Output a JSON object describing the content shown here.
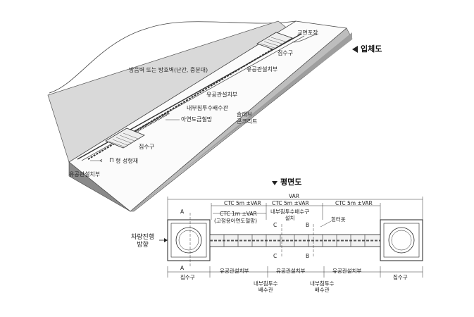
{
  "iso": {
    "title": "입체도",
    "labels": {
      "bridge_paving": "교면포장",
      "catch_basin_top": "집수구",
      "barrier": "방음벽 또는 방호벽(난간, 중분대)",
      "perforated_pipe_top": "유공관설치부",
      "perforated_pipe_mid": "유공관설치부",
      "internal_drain_pipe": "내부침투수배수관",
      "slab_concrete": "슬래브\n콘크리트",
      "galvanized_mesh": "아연도금철망",
      "catch_basin_bottom": "집수구",
      "shape_member": "형 성형재",
      "perforated_pipe_bottom": "유공관설치부"
    }
  },
  "plan": {
    "title": "평면도",
    "dims": {
      "var_total": "VAR",
      "ctc_left": "CTC 5m ±VAR",
      "ctc_mid": "CTC 5m ±VAR",
      "ctc_right": "CTC 5m ±VAR",
      "ctc_1m": "CTC 1m ±VAR",
      "ctc_1m_note": "(고정용아연도철망)",
      "internal_drain_install": "내부침투수배수구\n설치"
    },
    "section_marks": {
      "a_top": "A",
      "a_bottom": "A",
      "b_top": "B",
      "b_bottom": "B",
      "c_top": "C",
      "c_bottom": "C"
    },
    "drain_hole": "흰터옷",
    "direction": "차량진행\n방향",
    "bottom_labels": {
      "left_basin": "집수구",
      "perf1": "유공관설치부",
      "perf2": "유공관설치부",
      "perf3": "유공관설치부",
      "right_basin": "집수구",
      "drain1": "내부침투수\n배수관",
      "drain2": "내부침투수\n배수관"
    }
  }
}
